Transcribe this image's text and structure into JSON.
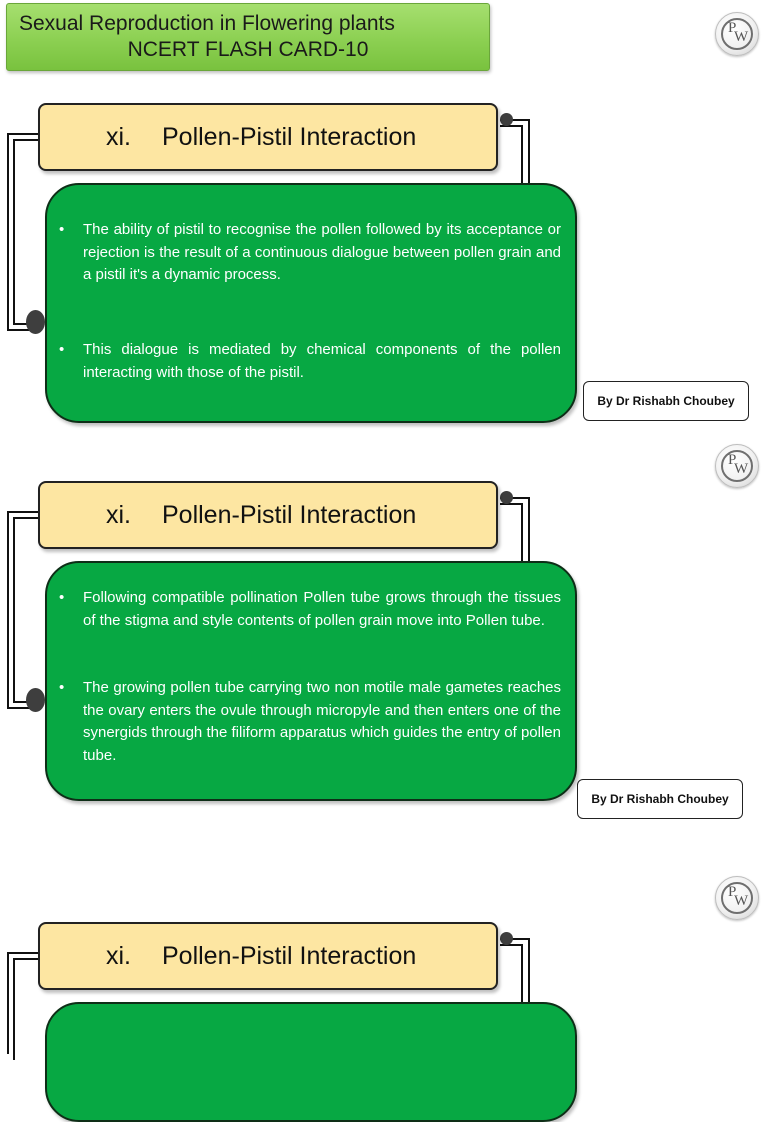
{
  "header": {
    "line1": "Sexual Reproduction in Flowering plants",
    "line2": "NCERT FLASH CARD-10"
  },
  "logo": {
    "p": "P",
    "w": "W"
  },
  "cards": [
    {
      "number": "xi.",
      "title": "Pollen-Pistil Interaction",
      "bullets": [
        "The ability of pistil to recognise the pollen followed by its acceptance or rejection is the result of a continuous dialogue between pollen grain and a pistil it's a dynamic process.",
        "This dialogue is mediated by chemical components of the pollen interacting with those of the pistil."
      ],
      "author": "By Dr Rishabh Choubey"
    },
    {
      "number": "xi.",
      "title": "Pollen-Pistil Interaction",
      "bullets": [
        "Following compatible pollination Pollen tube grows through the tissues of the stigma and style contents of pollen grain move into Pollen tube.",
        "The growing pollen tube carrying two non motile male gametes reaches the ovary enters the ovule through micropyle and then enters one of the synergids through the filiform apparatus which guides the entry of pollen tube."
      ],
      "author": "By Dr Rishabh Choubey"
    },
    {
      "number": "xi.",
      "title": "Pollen-Pistil Interaction"
    }
  ],
  "colors": {
    "header_green": "#8cd052",
    "title_bg": "#fde6a2",
    "content_green": "#07a843"
  },
  "bullet_symbol": "•"
}
